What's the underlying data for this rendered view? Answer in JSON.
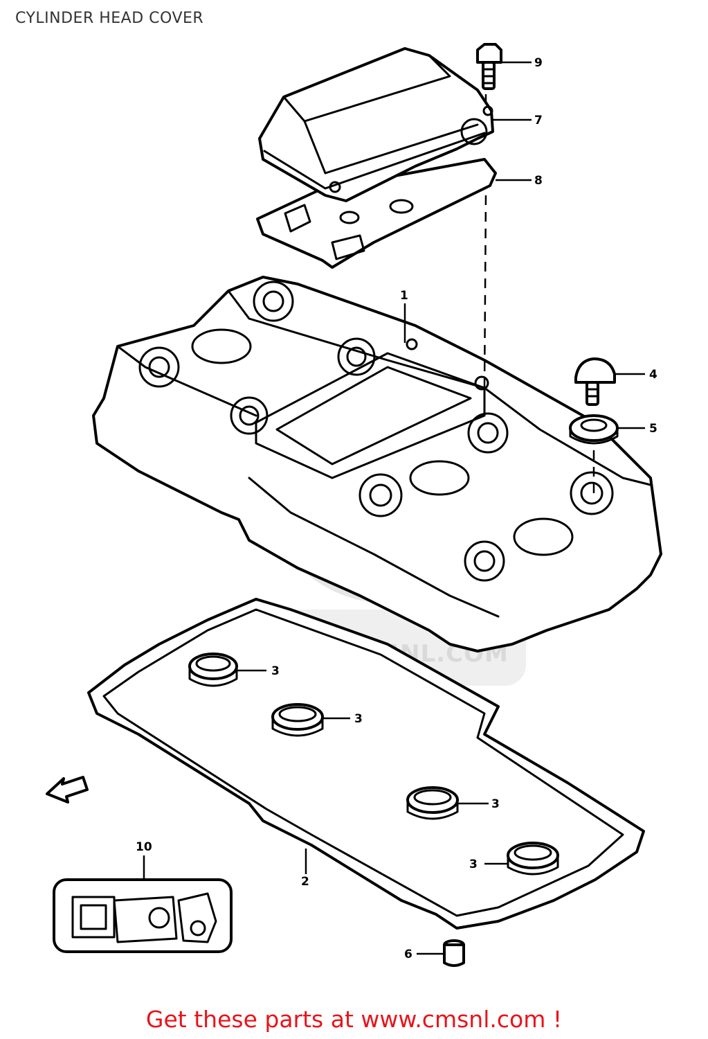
{
  "title": "CYLINDER HEAD COVER",
  "watermark": "WWW.CMSNL.COM",
  "callouts": [
    {
      "id": "1",
      "label": "1"
    },
    {
      "id": "2",
      "label": "2"
    },
    {
      "id": "3a",
      "label": "3"
    },
    {
      "id": "3b",
      "label": "3"
    },
    {
      "id": "3c",
      "label": "3"
    },
    {
      "id": "3d",
      "label": "3"
    },
    {
      "id": "4",
      "label": "4"
    },
    {
      "id": "5",
      "label": "5"
    },
    {
      "id": "6",
      "label": "6"
    },
    {
      "id": "7",
      "label": "7"
    },
    {
      "id": "8",
      "label": "8"
    },
    {
      "id": "9",
      "label": "9"
    },
    {
      "id": "10",
      "label": "10"
    }
  ],
  "footer": {
    "text": "Get these parts at www.cmsnl.com !"
  },
  "colors": {
    "ink": "#000000",
    "footer": "#e8141a",
    "watermark": "#d9d9d9"
  }
}
